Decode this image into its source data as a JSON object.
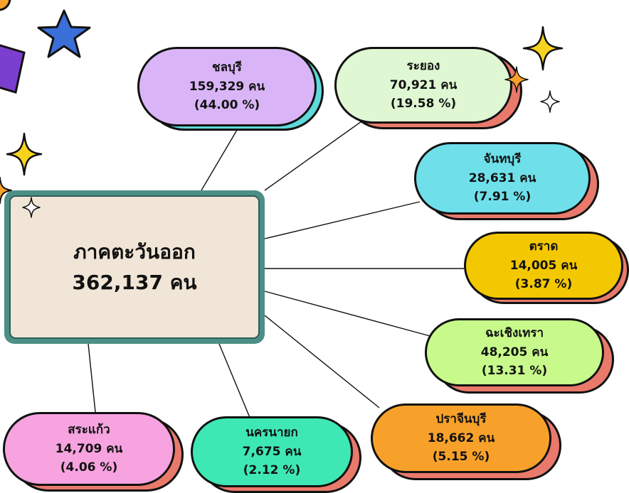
{
  "center": {
    "title": "ภาคตะวันออก",
    "total": "362,137 คน"
  },
  "provinces": [
    {
      "id": "chonburi",
      "name": "ชลบุรี",
      "count": "159,329 คน",
      "percent": "(44.00 %)",
      "value": 159329,
      "share": 44.0,
      "fill": "#d9b5f7",
      "shadow": "#5fd9d9"
    },
    {
      "id": "rayong",
      "name": "ระยอง",
      "count": "70,921 คน",
      "percent": "(19.58 %)",
      "value": 70921,
      "share": 19.58,
      "fill": "#dff7d2",
      "shadow": "#e97a6b"
    },
    {
      "id": "chanthaburi",
      "name": "จันทบุรี",
      "count": "28,631 คน",
      "percent": "(7.91 %)",
      "value": 28631,
      "share": 7.91,
      "fill": "#6fe0ea",
      "shadow": "#e97a6b"
    },
    {
      "id": "trat",
      "name": "ตราด",
      "count": "14,005 คน",
      "percent": "(3.87 %)",
      "value": 14005,
      "share": 3.87,
      "fill": "#f3c800",
      "shadow": "#e97a6b"
    },
    {
      "id": "chachoengsao",
      "name": "ฉะเชิงเทรา",
      "count": "48,205 คน",
      "percent": "(13.31 %)",
      "value": 48205,
      "share": 13.31,
      "fill": "#c7fa8a",
      "shadow": "#e97a6b"
    },
    {
      "id": "prachinburi",
      "name": "ปราจีนบุรี",
      "count": "18,662 คน",
      "percent": "(5.15 %)",
      "value": 18662,
      "share": 5.15,
      "fill": "#f8a12a",
      "shadow": "#e97a6b"
    },
    {
      "id": "nakhonnayok",
      "name": "นครนายก",
      "count": "7,675 คน",
      "percent": "(2.12 %)",
      "value": 7675,
      "share": 2.12,
      "fill": "#3ee8b4",
      "shadow": "#e97a6b"
    },
    {
      "id": "sakaeo",
      "name": "สระแก้ว",
      "count": "14,709 คน",
      "percent": "(4.06 %)",
      "value": 14709,
      "share": 4.06,
      "fill": "#f6a3df",
      "shadow": "#e97a6b"
    }
  ],
  "colors": {
    "center_border": "#4c8f86",
    "center_fill": "#f0e5d6",
    "star_yellow": "#f7d31f",
    "star_blue": "#3a6fd8",
    "square_purple": "#7b3fd0",
    "line": "#111111"
  }
}
